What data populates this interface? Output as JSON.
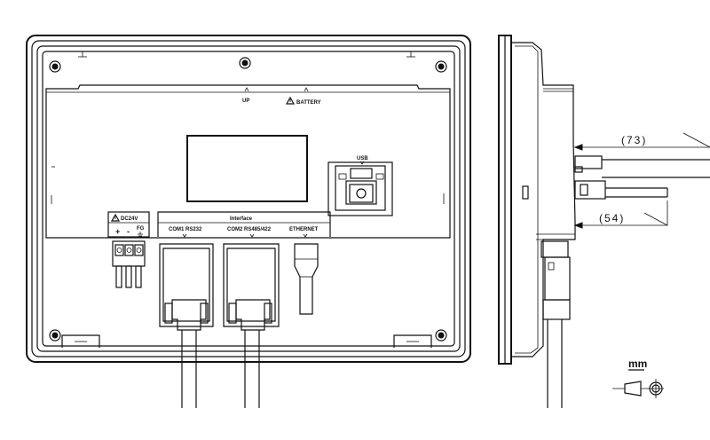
{
  "labels": {
    "up": "UP",
    "battery": "BATTERY",
    "usb": "USB",
    "power": "DC24V",
    "power_plus": "+",
    "power_minus": "-",
    "power_fg": "FG",
    "interface": "Interface",
    "com1": "COM1 RS232",
    "com2": "COM2 RS485/422",
    "ethernet": "ETHERNET"
  },
  "dimensions": {
    "depth_upper": "(73)",
    "depth_lower": "(54)"
  },
  "unit": "mm",
  "icons": {
    "warning": "warning-triangle-icon",
    "ground": "ground-icon",
    "projection": "first-angle-projection-icon"
  },
  "colors": {
    "line": "#111111",
    "background": "#ffffff"
  }
}
